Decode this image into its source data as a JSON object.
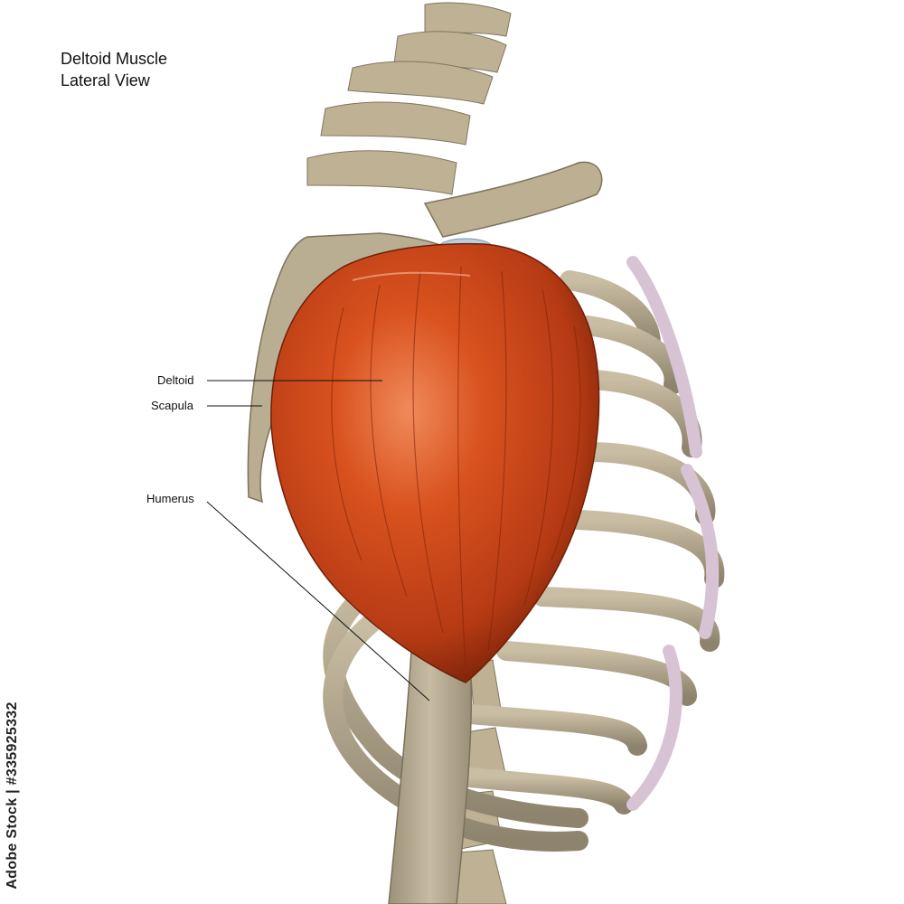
{
  "title": {
    "line1": "Deltoid Muscle",
    "line2": "Lateral View"
  },
  "labels": {
    "deltoid": "Deltoid",
    "scapula": "Scapula",
    "humerus": "Humerus"
  },
  "watermark_text": "Adobe Stock | #335925332",
  "colors": {
    "background": "#ffffff",
    "bone": "#b8ab90",
    "bone_shade": "#8f846c",
    "cartilage": "#d9c6d6",
    "muscle": "#c8431a",
    "muscle_light": "#e96a3a",
    "muscle_dark": "#8f2a0c",
    "leader_line": "#111111"
  }
}
